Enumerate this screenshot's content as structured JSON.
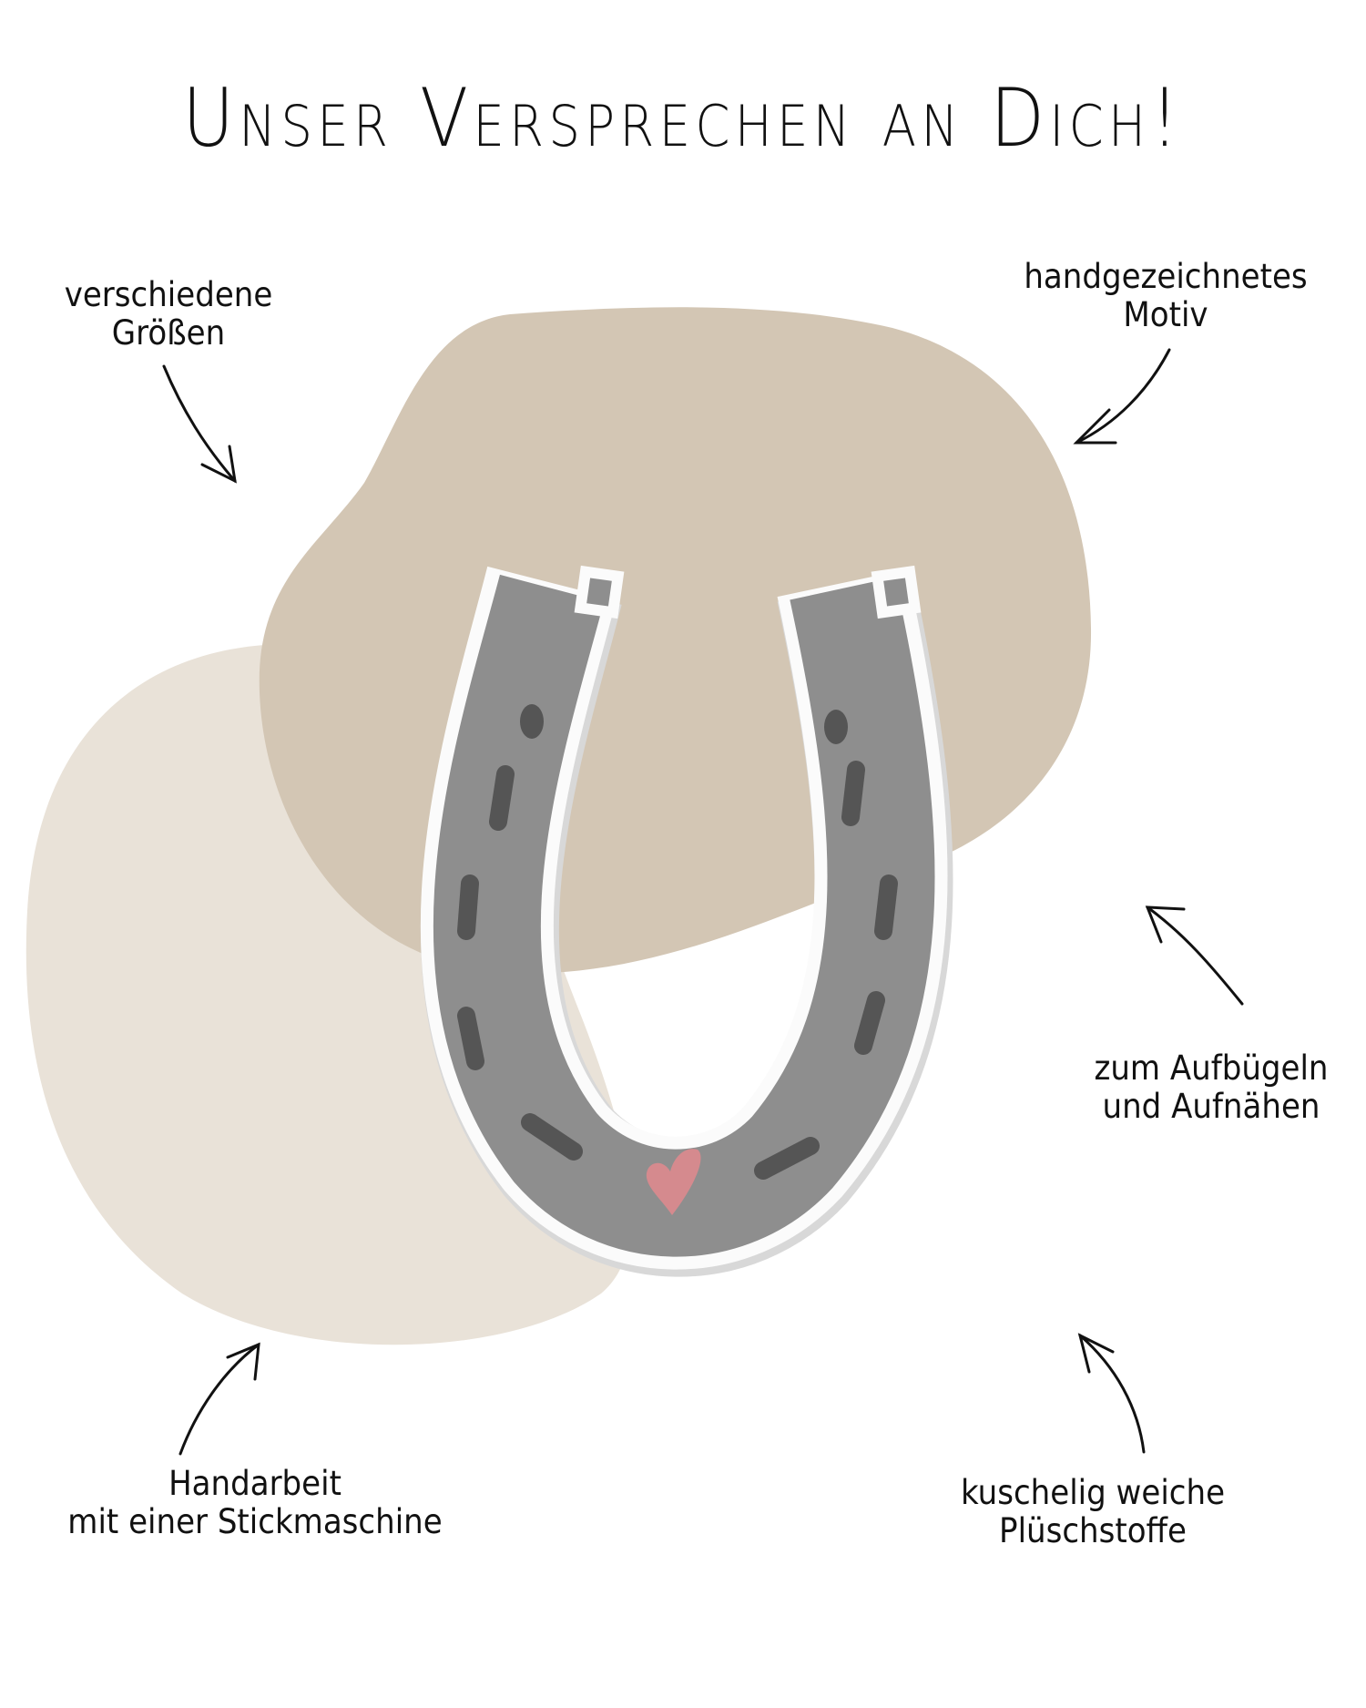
{
  "title": "Unser Versprechen an Dich!",
  "features": [
    {
      "line1": "verschiedene",
      "line2": "Größen"
    },
    {
      "line1": "handgezeichnetes",
      "line2": "Motiv"
    },
    {
      "line1": "zum Aufbügeln",
      "line2": "und Aufnähen"
    },
    {
      "line1": "Handarbeit",
      "line2": "mit einer Stickmaschine"
    },
    {
      "line1": "kuschelig weiche",
      "line2": "Plüschstoffe"
    }
  ],
  "colors": {
    "blob_dark": "#d3c6b4",
    "blob_light": "#e9e2d8",
    "patch_gray": "#8e8e8e",
    "stitch_dark": "#555555",
    "heart": "#d58a8e"
  }
}
